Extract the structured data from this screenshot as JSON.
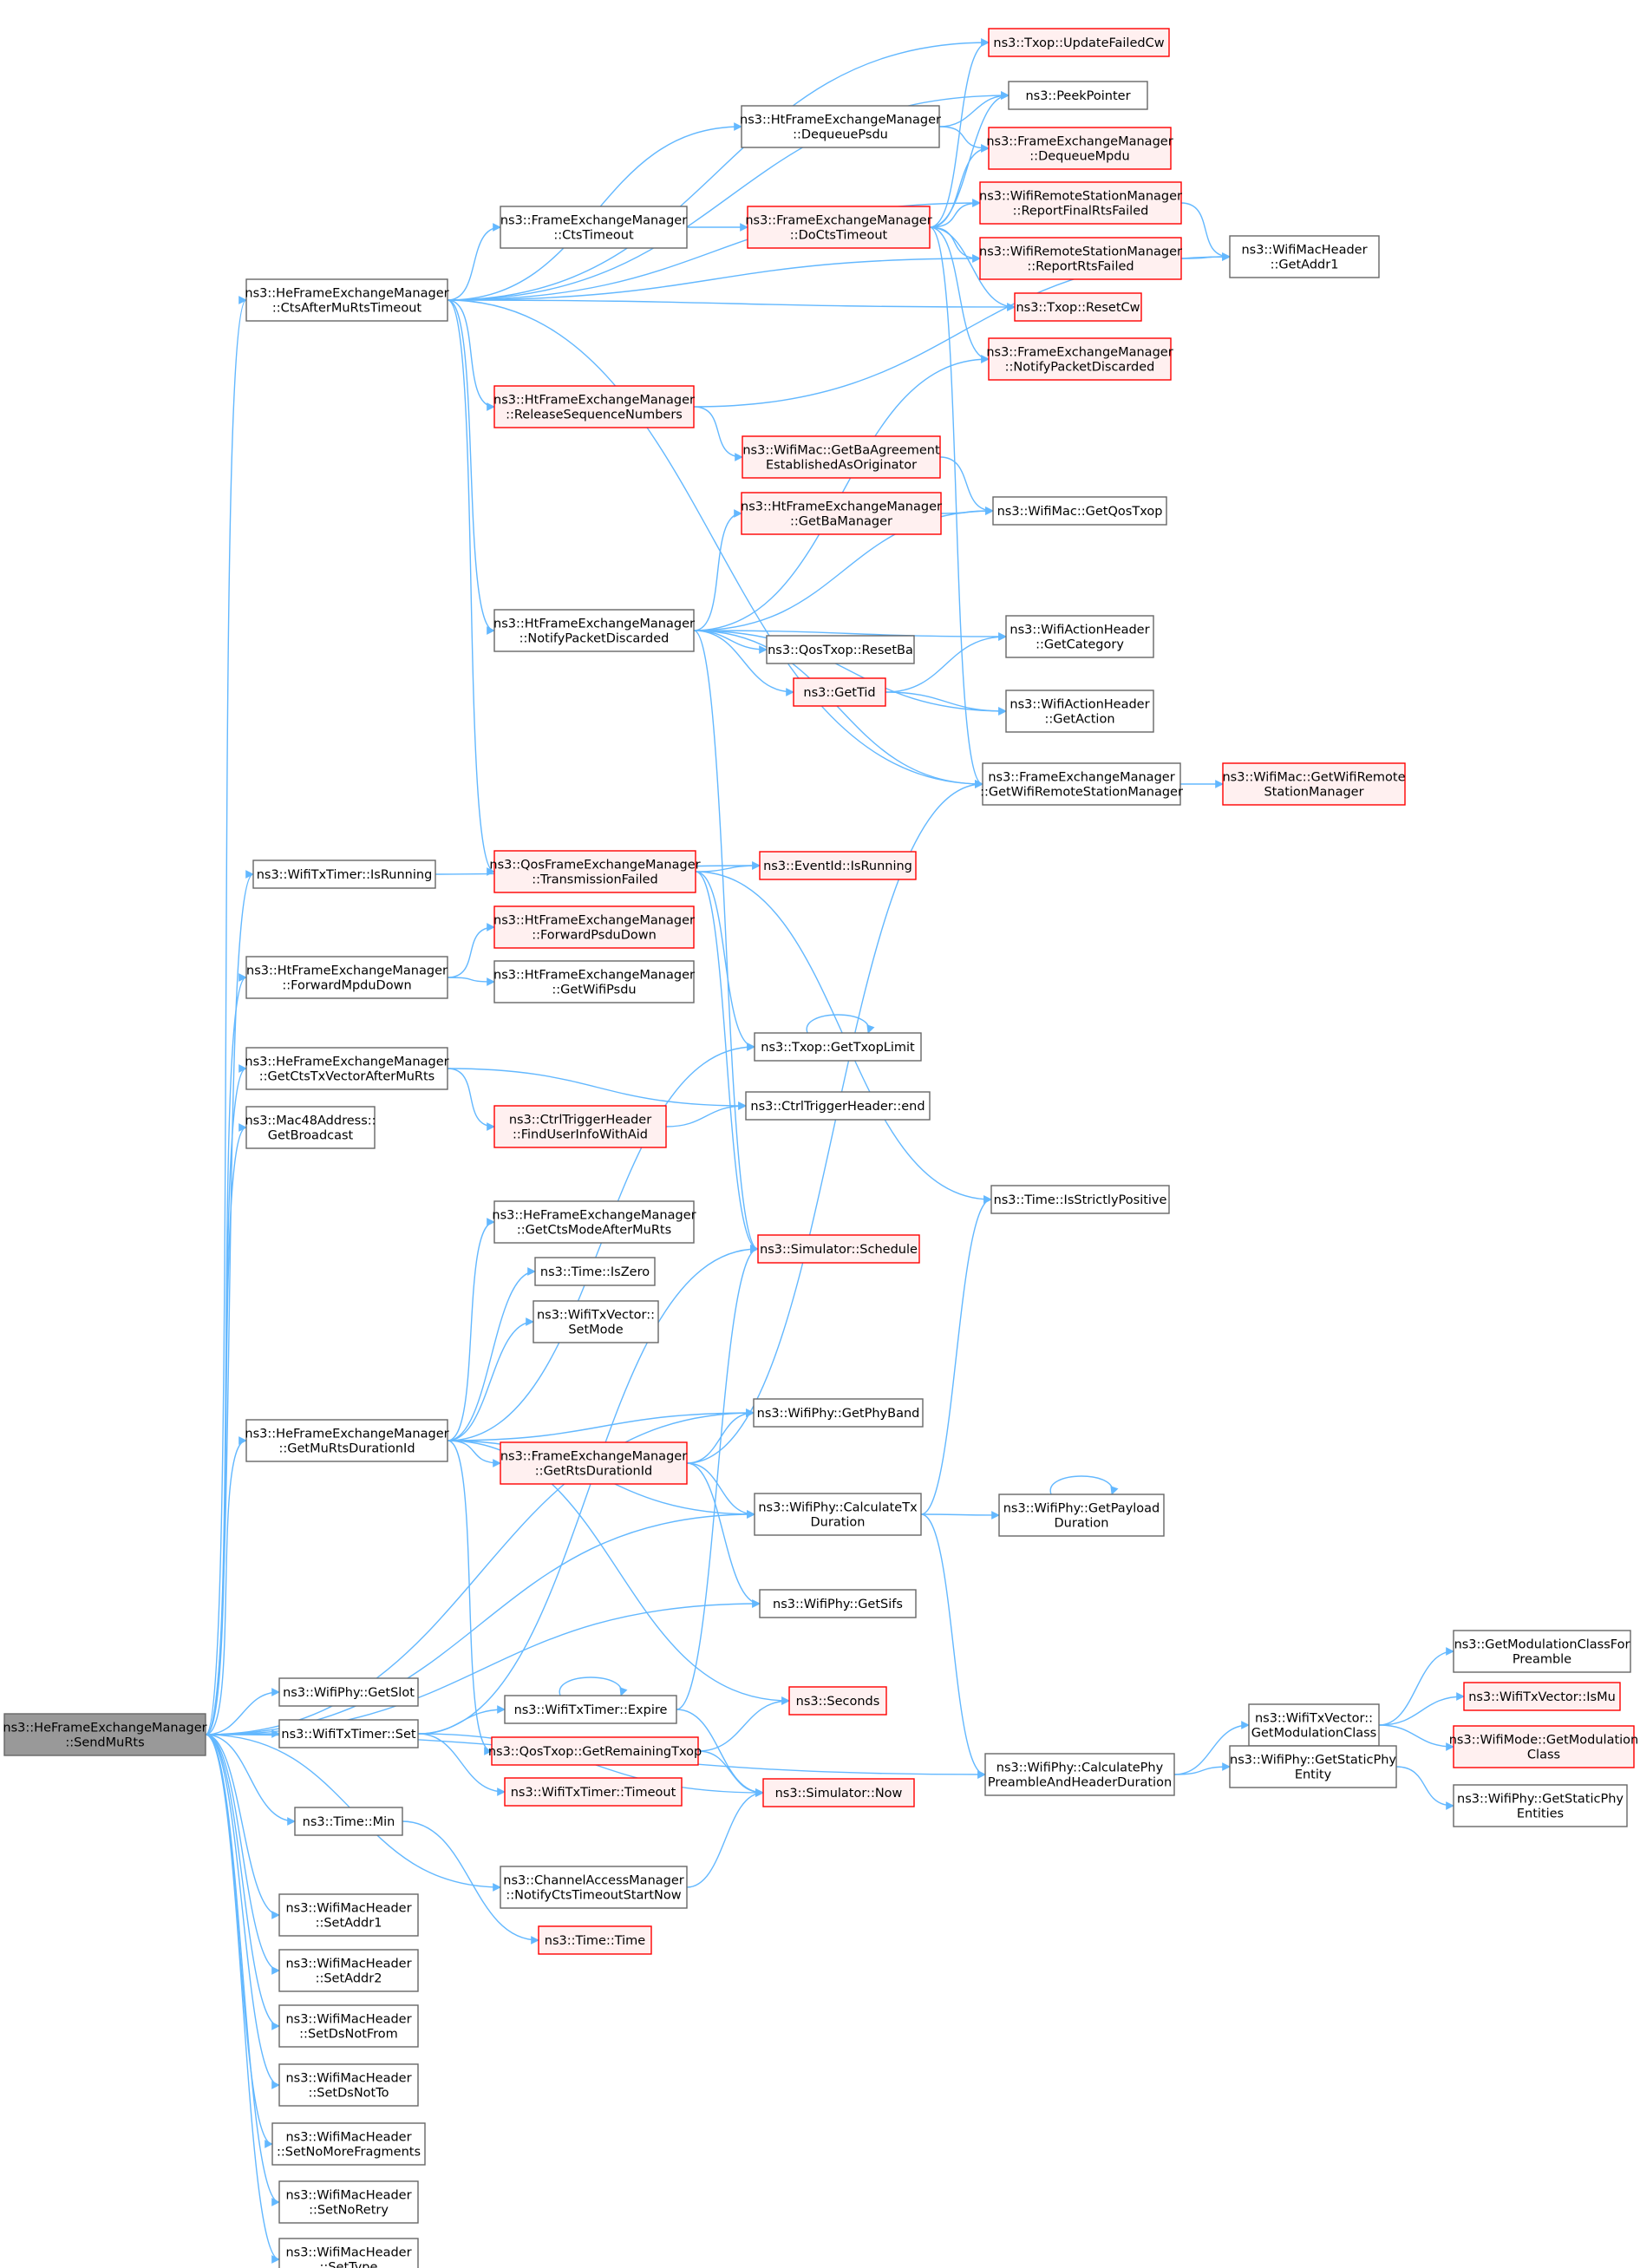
{
  "diagram": {
    "type": "call-graph",
    "root": "sendmurts",
    "nodes": [
      {
        "id": "sendmurts",
        "lines": [
          "ns3::HeFrameExchangeManager",
          "::SendMuRts"
        ],
        "style": "root"
      },
      {
        "id": "ctsaftermurts",
        "lines": [
          "ns3::HeFrameExchangeManager",
          "::CtsAfterMuRtsTimeout"
        ],
        "style": "normal"
      },
      {
        "id": "wifitxtimer_isrunning",
        "lines": [
          "ns3::WifiTxTimer::IsRunning"
        ],
        "style": "normal"
      },
      {
        "id": "ht_forwardmpdudown",
        "lines": [
          "ns3::HtFrameExchangeManager",
          "::ForwardMpduDown"
        ],
        "style": "normal"
      },
      {
        "id": "getctstxvector",
        "lines": [
          "ns3::HeFrameExchangeManager",
          "::GetCtsTxVectorAfterMuRts"
        ],
        "style": "normal"
      },
      {
        "id": "getbroadcast",
        "lines": [
          "ns3::Mac48Address::",
          "GetBroadcast"
        ],
        "style": "normal"
      },
      {
        "id": "getmurtsdurationid",
        "lines": [
          "ns3::HeFrameExchangeManager",
          "::GetMuRtsDurationId"
        ],
        "style": "normal"
      },
      {
        "id": "getslot",
        "lines": [
          "ns3::WifiPhy::GetSlot"
        ],
        "style": "normal"
      },
      {
        "id": "wifitxtimer_set",
        "lines": [
          "ns3::WifiTxTimer::Set"
        ],
        "style": "normal"
      },
      {
        "id": "time_min",
        "lines": [
          "ns3::Time::Min"
        ],
        "style": "normal"
      },
      {
        "id": "setaddr1",
        "lines": [
          "ns3::WifiMacHeader",
          "::SetAddr1"
        ],
        "style": "normal"
      },
      {
        "id": "setaddr2",
        "lines": [
          "ns3::WifiMacHeader",
          "::SetAddr2"
        ],
        "style": "normal"
      },
      {
        "id": "setdsnotfrom",
        "lines": [
          "ns3::WifiMacHeader",
          "::SetDsNotFrom"
        ],
        "style": "normal"
      },
      {
        "id": "setdsnotto",
        "lines": [
          "ns3::WifiMacHeader",
          "::SetDsNotTo"
        ],
        "style": "normal"
      },
      {
        "id": "setnomorefrag",
        "lines": [
          "ns3::WifiMacHeader",
          "::SetNoMoreFragments"
        ],
        "style": "normal"
      },
      {
        "id": "setnoretry",
        "lines": [
          "ns3::WifiMacHeader",
          "::SetNoRetry"
        ],
        "style": "normal"
      },
      {
        "id": "settype",
        "lines": [
          "ns3::WifiMacHeader",
          "::SetType"
        ],
        "style": "normal"
      },
      {
        "id": "ht_dequeuepsdu",
        "lines": [
          "ns3::HtFrameExchangeManager",
          "::DequeuePsdu"
        ],
        "style": "normal"
      },
      {
        "id": "fem_ctstimeout",
        "lines": [
          "ns3::FrameExchangeManager",
          "::CtsTimeout"
        ],
        "style": "normal"
      },
      {
        "id": "ht_releaseseq",
        "lines": [
          "ns3::HtFrameExchangeManager",
          "::ReleaseSequenceNumbers"
        ],
        "style": "red"
      },
      {
        "id": "ht_notifypacketdiscarded",
        "lines": [
          "ns3::HtFrameExchangeManager",
          "::NotifyPacketDiscarded"
        ],
        "style": "normal"
      },
      {
        "id": "qos_transmissionfailed",
        "lines": [
          "ns3::QosFrameExchangeManager",
          "::TransmissionFailed"
        ],
        "style": "red"
      },
      {
        "id": "ht_forwardpsdudown",
        "lines": [
          "ns3::HtFrameExchangeManager",
          "::ForwardPsduDown"
        ],
        "style": "red"
      },
      {
        "id": "ht_getwifipsdu",
        "lines": [
          "ns3::HtFrameExchangeManager",
          "::GetWifiPsdu"
        ],
        "style": "normal"
      },
      {
        "id": "findusrinfo",
        "lines": [
          "ns3::CtrlTriggerHeader",
          "::FindUserInfoWithAid"
        ],
        "style": "red"
      },
      {
        "id": "getctsmode",
        "lines": [
          "ns3::HeFrameExchangeManager",
          "::GetCtsModeAfterMuRts"
        ],
        "style": "normal"
      },
      {
        "id": "time_iszero",
        "lines": [
          "ns3::Time::IsZero"
        ],
        "style": "normal"
      },
      {
        "id": "txvec_setmode",
        "lines": [
          "ns3::WifiTxVector::",
          "SetMode"
        ],
        "style": "normal"
      },
      {
        "id": "fem_getrtsdurationid",
        "lines": [
          "ns3::FrameExchangeManager",
          "::GetRtsDurationId"
        ],
        "style": "red"
      },
      {
        "id": "wifitxtimer_expire",
        "lines": [
          "ns3::WifiTxTimer::Expire"
        ],
        "style": "normal"
      },
      {
        "id": "qos_getremainingtxop",
        "lines": [
          "ns3::QosTxop::GetRemainingTxop"
        ],
        "style": "red"
      },
      {
        "id": "wifitxtimer_timeout",
        "lines": [
          "ns3::WifiTxTimer::Timeout"
        ],
        "style": "red"
      },
      {
        "id": "cam_notifycts",
        "lines": [
          "ns3::ChannelAccessManager",
          "::NotifyCtsTimeoutStartNow"
        ],
        "style": "normal"
      },
      {
        "id": "time_time",
        "lines": [
          "ns3::Time::Time"
        ],
        "style": "red"
      },
      {
        "id": "fem_doctstimeout",
        "lines": [
          "ns3::FrameExchangeManager",
          "::DoCtsTimeout"
        ],
        "style": "red"
      },
      {
        "id": "wifimac_getbaagreement",
        "lines": [
          "ns3::WifiMac::GetBaAgreement",
          "EstablishedAsOriginator"
        ],
        "style": "red"
      },
      {
        "id": "ht_getbamanager",
        "lines": [
          "ns3::HtFrameExchangeManager",
          "::GetBaManager"
        ],
        "style": "red"
      },
      {
        "id": "qostxop_resetba",
        "lines": [
          "ns3::QosTxop::ResetBa"
        ],
        "style": "normal"
      },
      {
        "id": "gettid",
        "lines": [
          "ns3::GetTid"
        ],
        "style": "red"
      },
      {
        "id": "eventid_isrunning",
        "lines": [
          "ns3::EventId::IsRunning"
        ],
        "style": "red"
      },
      {
        "id": "txop_gettxoplimit",
        "lines": [
          "ns3::Txop::GetTxopLimit"
        ],
        "style": "normal"
      },
      {
        "id": "ctrltrig_end",
        "lines": [
          "ns3::CtrlTriggerHeader::end"
        ],
        "style": "normal"
      },
      {
        "id": "sim_schedule",
        "lines": [
          "ns3::Simulator::Schedule"
        ],
        "style": "red"
      },
      {
        "id": "wifiphy_getphyband",
        "lines": [
          "ns3::WifiPhy::GetPhyBand"
        ],
        "style": "normal"
      },
      {
        "id": "wifiphy_calctxduration",
        "lines": [
          "ns3::WifiPhy::CalculateTx",
          "Duration"
        ],
        "style": "normal"
      },
      {
        "id": "wifiphy_getsifs",
        "lines": [
          "ns3::WifiPhy::GetSifs"
        ],
        "style": "normal"
      },
      {
        "id": "seconds",
        "lines": [
          "ns3::Seconds"
        ],
        "style": "red"
      },
      {
        "id": "sim_now",
        "lines": [
          "ns3::Simulator::Now"
        ],
        "style": "red"
      },
      {
        "id": "txop_updatefailedcw",
        "lines": [
          "ns3::Txop::UpdateFailedCw"
        ],
        "style": "red"
      },
      {
        "id": "peekpointer",
        "lines": [
          "ns3::PeekPointer"
        ],
        "style": "normal"
      },
      {
        "id": "fem_dequeuempdu",
        "lines": [
          "ns3::FrameExchangeManager",
          "::DequeueMpdu"
        ],
        "style": "red"
      },
      {
        "id": "rsm_reportfinalrts",
        "lines": [
          "ns3::WifiRemoteStationManager",
          "::ReportFinalRtsFailed"
        ],
        "style": "red"
      },
      {
        "id": "rsm_reportrtsfailed",
        "lines": [
          "ns3::WifiRemoteStationManager",
          "::ReportRtsFailed"
        ],
        "style": "red"
      },
      {
        "id": "txop_resetcw",
        "lines": [
          "ns3::Txop::ResetCw"
        ],
        "style": "red"
      },
      {
        "id": "fem_notifypacketdiscarded",
        "lines": [
          "ns3::FrameExchangeManager",
          "::NotifyPacketDiscarded"
        ],
        "style": "red"
      },
      {
        "id": "wifimac_getqostxop",
        "lines": [
          "ns3::WifiMac::GetQosTxop"
        ],
        "style": "normal"
      },
      {
        "id": "actionhdr_getcategory",
        "lines": [
          "ns3::WifiActionHeader",
          "::GetCategory"
        ],
        "style": "normal"
      },
      {
        "id": "actionhdr_getaction",
        "lines": [
          "ns3::WifiActionHeader",
          "::GetAction"
        ],
        "style": "normal"
      },
      {
        "id": "fem_getwifirsm",
        "lines": [
          "ns3::FrameExchangeManager",
          "::GetWifiRemoteStationManager"
        ],
        "style": "normal"
      },
      {
        "id": "time_isstrictlypositive",
        "lines": [
          "ns3::Time::IsStrictlyPositive"
        ],
        "style": "normal"
      },
      {
        "id": "wifiphy_getpayloadduration",
        "lines": [
          "ns3::WifiPhy::GetPayload",
          "Duration"
        ],
        "style": "normal"
      },
      {
        "id": "wifiphy_calcpreamble",
        "lines": [
          "ns3::WifiPhy::CalculatePhy",
          "PreambleAndHeaderDuration"
        ],
        "style": "normal"
      },
      {
        "id": "macheader_getaddr1",
        "lines": [
          "ns3::WifiMacHeader",
          "::GetAddr1"
        ],
        "style": "normal"
      },
      {
        "id": "wifimac_getrsm",
        "lines": [
          "ns3::WifiMac::GetWifiRemote",
          "StationManager"
        ],
        "style": "red"
      },
      {
        "id": "txvec_getmodclass",
        "lines": [
          "ns3::WifiTxVector::",
          "GetModulationClass"
        ],
        "style": "normal"
      },
      {
        "id": "wifiphy_getstaticphyentity",
        "lines": [
          "ns3::WifiPhy::GetStaticPhy",
          "Entity"
        ],
        "style": "normal"
      },
      {
        "id": "getmodclassforpreamble",
        "lines": [
          "ns3::GetModulationClassFor",
          "Preamble"
        ],
        "style": "normal"
      },
      {
        "id": "txvec_ismu",
        "lines": [
          "ns3::WifiTxVector::IsMu"
        ],
        "style": "red"
      },
      {
        "id": "wifimode_getmodclass",
        "lines": [
          "ns3::WifiMode::GetModulation",
          "Class"
        ],
        "style": "red"
      },
      {
        "id": "wifiphy_getstaticphyentities",
        "lines": [
          "ns3::WifiPhy::GetStaticPhy",
          "Entities"
        ],
        "style": "normal"
      }
    ],
    "edges": [
      [
        "sendmurts",
        "ctsaftermurts"
      ],
      [
        "sendmurts",
        "wifitxtimer_isrunning"
      ],
      [
        "sendmurts",
        "ht_forwardmpdudown"
      ],
      [
        "sendmurts",
        "getctstxvector"
      ],
      [
        "sendmurts",
        "getbroadcast"
      ],
      [
        "sendmurts",
        "getmurtsdurationid"
      ],
      [
        "sendmurts",
        "wifiphy_getphyband"
      ],
      [
        "sendmurts",
        "wifiphy_calctxduration"
      ],
      [
        "sendmurts",
        "wifiphy_getsifs"
      ],
      [
        "sendmurts",
        "getslot"
      ],
      [
        "sendmurts",
        "wifitxtimer_set"
      ],
      [
        "sendmurts",
        "cam_notifycts"
      ],
      [
        "sendmurts",
        "wifiphy_calcpreamble"
      ],
      [
        "sendmurts",
        "time_min"
      ],
      [
        "sendmurts",
        "setaddr1"
      ],
      [
        "sendmurts",
        "setaddr2"
      ],
      [
        "sendmurts",
        "setdsnotfrom"
      ],
      [
        "sendmurts",
        "setdsnotto"
      ],
      [
        "sendmurts",
        "setnomorefrag"
      ],
      [
        "sendmurts",
        "setnoretry"
      ],
      [
        "sendmurts",
        "settype"
      ],
      [
        "ctsaftermurts",
        "txop_updatefailedcw"
      ],
      [
        "ctsaftermurts",
        "peekpointer"
      ],
      [
        "ctsaftermurts",
        "ht_dequeuepsdu"
      ],
      [
        "ctsaftermurts",
        "rsm_reportfinalrts"
      ],
      [
        "ctsaftermurts",
        "fem_ctstimeout"
      ],
      [
        "ctsaftermurts",
        "rsm_reportrtsfailed"
      ],
      [
        "ctsaftermurts",
        "txop_resetcw"
      ],
      [
        "ctsaftermurts",
        "ht_releaseseq"
      ],
      [
        "ctsaftermurts",
        "ht_notifypacketdiscarded"
      ],
      [
        "ctsaftermurts",
        "fem_getwifirsm"
      ],
      [
        "ctsaftermurts",
        "qos_transmissionfailed"
      ],
      [
        "ht_dequeuepsdu",
        "peekpointer"
      ],
      [
        "ht_dequeuepsdu",
        "fem_dequeuempdu"
      ],
      [
        "fem_ctstimeout",
        "fem_doctstimeout"
      ],
      [
        "fem_doctstimeout",
        "txop_updatefailedcw"
      ],
      [
        "fem_doctstimeout",
        "peekpointer"
      ],
      [
        "fem_doctstimeout",
        "fem_dequeuempdu"
      ],
      [
        "fem_doctstimeout",
        "rsm_reportfinalrts"
      ],
      [
        "fem_doctstimeout",
        "rsm_reportrtsfailed"
      ],
      [
        "fem_doctstimeout",
        "txop_resetcw"
      ],
      [
        "fem_doctstimeout",
        "fem_notifypacketdiscarded"
      ],
      [
        "fem_doctstimeout",
        "fem_getwifirsm"
      ],
      [
        "rsm_reportfinalrts",
        "macheader_getaddr1"
      ],
      [
        "rsm_reportrtsfailed",
        "macheader_getaddr1"
      ],
      [
        "ht_releaseseq",
        "macheader_getaddr1"
      ],
      [
        "ht_releaseseq",
        "wifimac_getbaagreement"
      ],
      [
        "wifimac_getbaagreement",
        "wifimac_getqostxop"
      ],
      [
        "ht_getbamanager",
        "wifimac_getqostxop"
      ],
      [
        "ht_notifypacketdiscarded",
        "fem_notifypacketdiscarded"
      ],
      [
        "ht_notifypacketdiscarded",
        "ht_getbamanager"
      ],
      [
        "ht_notifypacketdiscarded",
        "wifimac_getqostxop"
      ],
      [
        "ht_notifypacketdiscarded",
        "actionhdr_getcategory"
      ],
      [
        "ht_notifypacketdiscarded",
        "qostxop_resetba"
      ],
      [
        "ht_notifypacketdiscarded",
        "gettid"
      ],
      [
        "ht_notifypacketdiscarded",
        "actionhdr_getaction"
      ],
      [
        "ht_notifypacketdiscarded",
        "fem_getwifirsm"
      ],
      [
        "ht_notifypacketdiscarded",
        "sim_schedule"
      ],
      [
        "gettid",
        "actionhdr_getcategory"
      ],
      [
        "gettid",
        "actionhdr_getaction"
      ],
      [
        "fem_getwifirsm",
        "wifimac_getrsm"
      ],
      [
        "wifitxtimer_isrunning",
        "eventid_isrunning"
      ],
      [
        "qos_transmissionfailed",
        "eventid_isrunning"
      ],
      [
        "qos_transmissionfailed",
        "txop_gettxoplimit"
      ],
      [
        "qos_transmissionfailed",
        "time_isstrictlypositive"
      ],
      [
        "qos_transmissionfailed",
        "sim_schedule"
      ],
      [
        "ht_forwardmpdudown",
        "ht_forwardpsdudown"
      ],
      [
        "ht_forwardmpdudown",
        "ht_getwifipsdu"
      ],
      [
        "txop_gettxoplimit",
        "txop_gettxoplimit"
      ],
      [
        "getctstxvector",
        "findusrinfo"
      ],
      [
        "getctstxvector",
        "ctrltrig_end"
      ],
      [
        "findusrinfo",
        "ctrltrig_end"
      ],
      [
        "getmurtsdurationid",
        "txop_gettxoplimit"
      ],
      [
        "getmurtsdurationid",
        "getctsmode"
      ],
      [
        "getmurtsdurationid",
        "time_iszero"
      ],
      [
        "getmurtsdurationid",
        "txvec_setmode"
      ],
      [
        "getmurtsdurationid",
        "wifiphy_getphyband"
      ],
      [
        "getmurtsdurationid",
        "fem_getrtsdurationid"
      ],
      [
        "getmurtsdurationid",
        "wifiphy_calctxduration"
      ],
      [
        "getmurtsdurationid",
        "seconds"
      ],
      [
        "getmurtsdurationid",
        "qos_getremainingtxop"
      ],
      [
        "fem_getrtsdurationid",
        "wifiphy_getphyband"
      ],
      [
        "fem_getrtsdurationid",
        "fem_getwifirsm"
      ],
      [
        "fem_getrtsdurationid",
        "wifiphy_calctxduration"
      ],
      [
        "fem_getrtsdurationid",
        "wifiphy_getsifs"
      ],
      [
        "wifiphy_calctxduration",
        "time_isstrictlypositive"
      ],
      [
        "wifiphy_calctxduration",
        "wifiphy_getpayloadduration"
      ],
      [
        "wifiphy_calctxduration",
        "wifiphy_calcpreamble"
      ],
      [
        "wifiphy_getpayloadduration",
        "wifiphy_getpayloadduration"
      ],
      [
        "wifitxtimer_set",
        "sim_schedule"
      ],
      [
        "wifitxtimer_set",
        "wifitxtimer_expire"
      ],
      [
        "wifitxtimer_set",
        "wifitxtimer_timeout"
      ],
      [
        "wifitxtimer_set",
        "sim_now"
      ],
      [
        "wifitxtimer_expire",
        "wifitxtimer_expire"
      ],
      [
        "wifitxtimer_expire",
        "sim_schedule"
      ],
      [
        "wifitxtimer_expire",
        "sim_now"
      ],
      [
        "qos_getremainingtxop",
        "seconds"
      ],
      [
        "qos_getremainingtxop",
        "sim_now"
      ],
      [
        "cam_notifycts",
        "sim_now"
      ],
      [
        "time_min",
        "time_time"
      ],
      [
        "wifiphy_calcpreamble",
        "txvec_getmodclass"
      ],
      [
        "wifiphy_calcpreamble",
        "wifiphy_getstaticphyentity"
      ],
      [
        "txvec_getmodclass",
        "getmodclassforpreamble"
      ],
      [
        "txvec_getmodclass",
        "txvec_ismu"
      ],
      [
        "txvec_getmodclass",
        "wifimode_getmodclass"
      ],
      [
        "wifiphy_getstaticphyentity",
        "wifiphy_getstaticphyentities"
      ]
    ],
    "colors": {
      "edge": "#63b8ff",
      "node_border": "#666666",
      "node_fill": "#ffffff",
      "red_border": "#ff0000",
      "red_fill": "#fff0f0",
      "root_fill": "#999999"
    }
  }
}
